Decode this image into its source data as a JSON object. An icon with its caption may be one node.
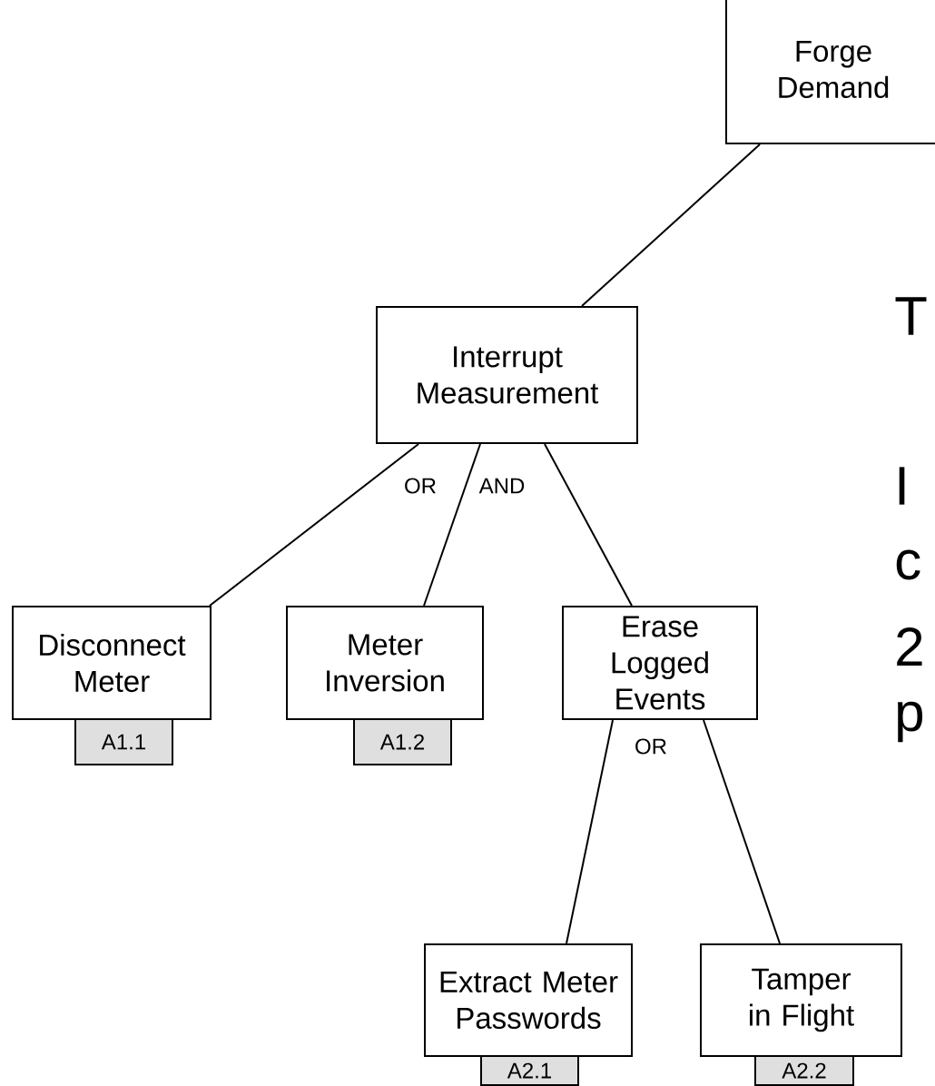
{
  "diagram": {
    "nodes": [
      {
        "text": [
          "Forge Demand"
        ]
      },
      {
        "text": [
          "Interrupt Measurement"
        ]
      },
      {
        "text": [
          "Disconnect Meter"
        ]
      },
      {
        "text": [
          "Meter Inversion"
        ]
      },
      {
        "text": [
          "Erase Logged Events"
        ]
      },
      {
        "text": [
          "A1.1"
        ]
      },
      {
        "text": [
          "A1.2"
        ]
      },
      {
        "text": [
          "Extract Meter Passwords"
        ]
      },
      {
        "text": [
          "Tamper in Flight"
        ]
      },
      {
        "text": [
          "A2.1"
        ]
      },
      {
        "text": [
          "A2.2"
        ]
      }
    ],
    "edges": [
      {
        "from": 0,
        "to": 1,
        "arrow": "none"
      },
      {
        "from": 1,
        "to": 2,
        "arrow": "none"
      },
      {
        "from": 1,
        "to": 3,
        "arrow": "none"
      },
      {
        "from": 1,
        "to": 4,
        "arrow": "none"
      },
      {
        "from": 4,
        "to": 7,
        "arrow": "none"
      },
      {
        "from": 4,
        "to": 8,
        "arrow": "none"
      }
    ],
    "labels": [
      "T",
      "OR",
      "AND",
      "I",
      "c",
      "2",
      "OR",
      "p"
    ]
  }
}
